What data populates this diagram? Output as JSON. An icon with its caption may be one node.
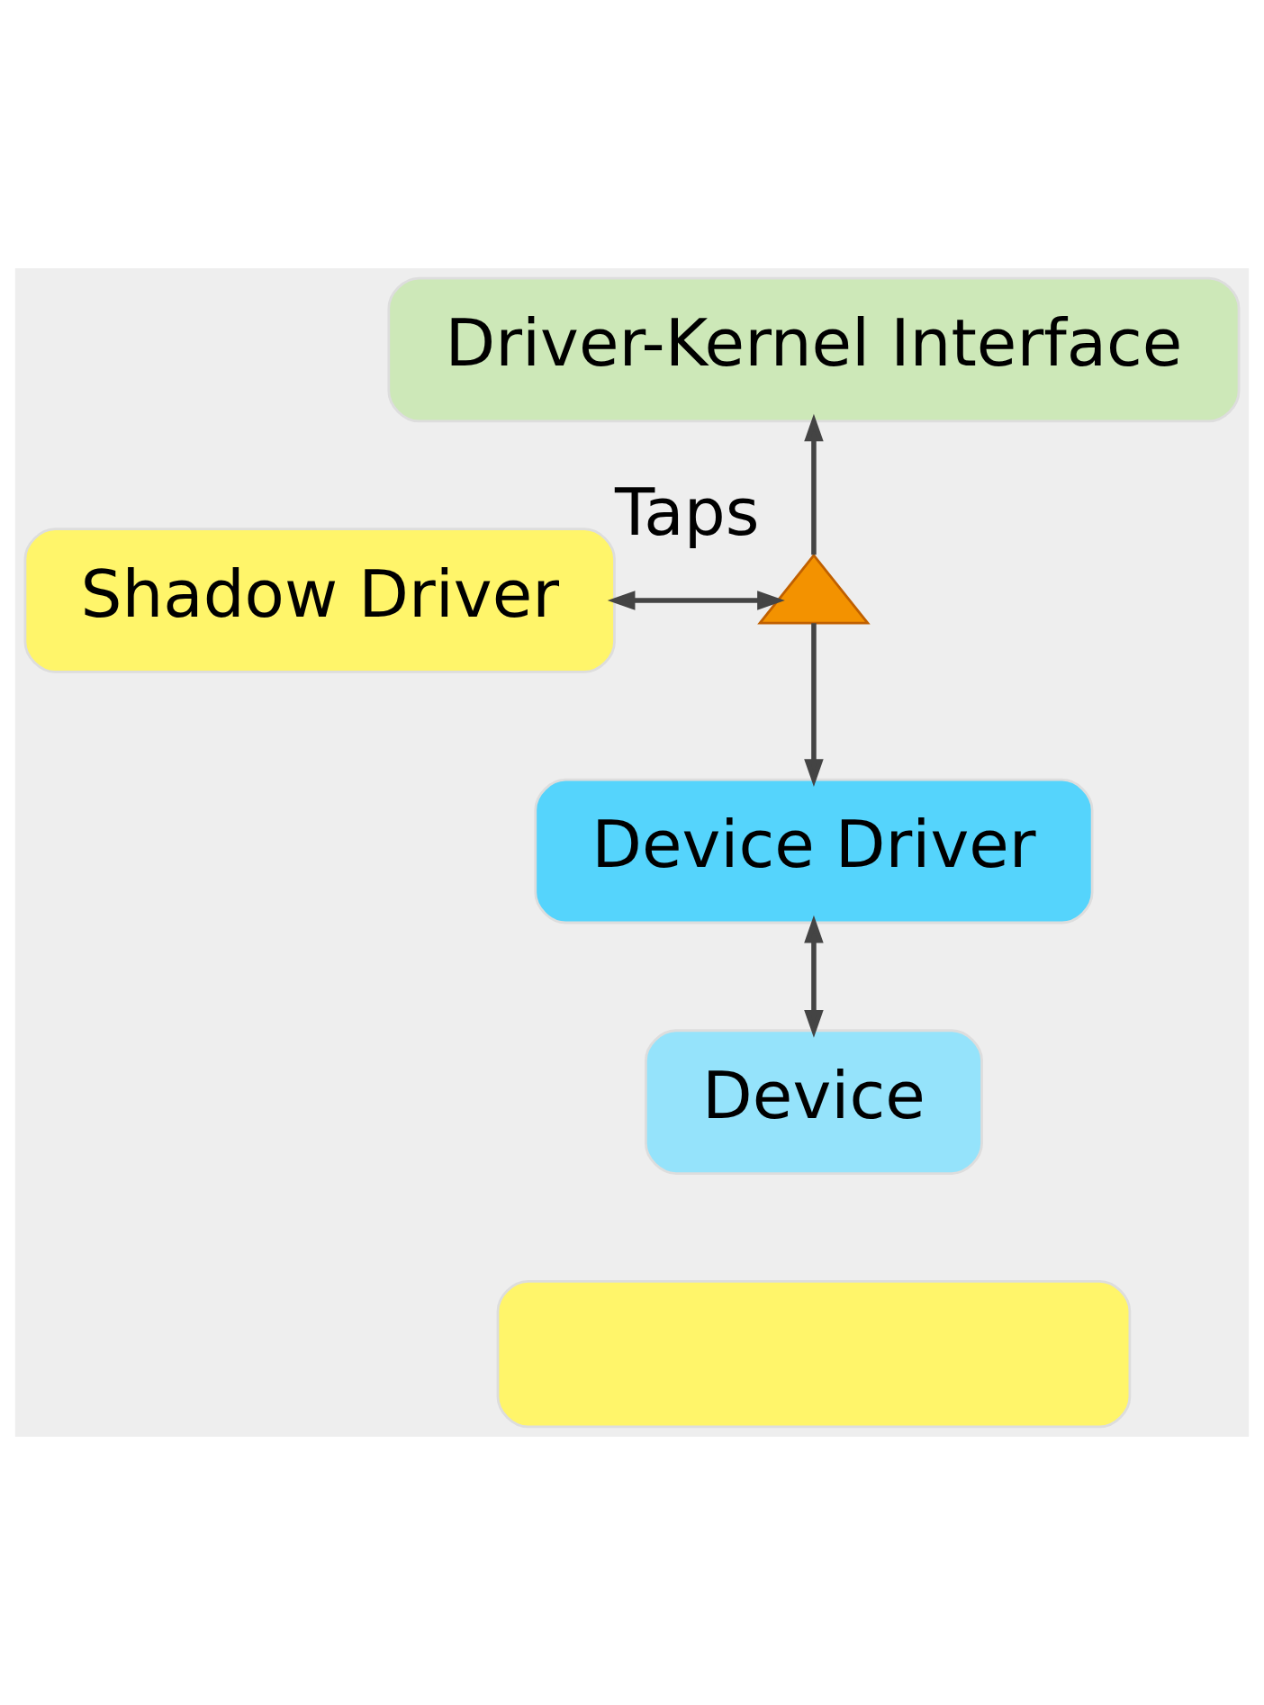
{
  "diagram": {
    "nodes": [
      {
        "text": [
          "Driver-Kernel Interface"
        ]
      },
      {
        "text": [
          "Shadow Driver"
        ]
      },
      {
        "text": [],
        "shape": "triangle",
        "beside": [
          "Taps"
        ]
      },
      {
        "text": [
          "Device Driver"
        ]
      },
      {
        "text": [
          "Device"
        ]
      },
      {
        "text": [],
        "shape": "box"
      }
    ],
    "edges": [
      {
        "from": 2,
        "to": 0,
        "arrow": "to"
      },
      {
        "from": 1,
        "to": 2,
        "arrow": "both"
      },
      {
        "from": 2,
        "to": 3,
        "arrow": "to"
      },
      {
        "from": 3,
        "to": 4,
        "arrow": "both"
      }
    ]
  }
}
